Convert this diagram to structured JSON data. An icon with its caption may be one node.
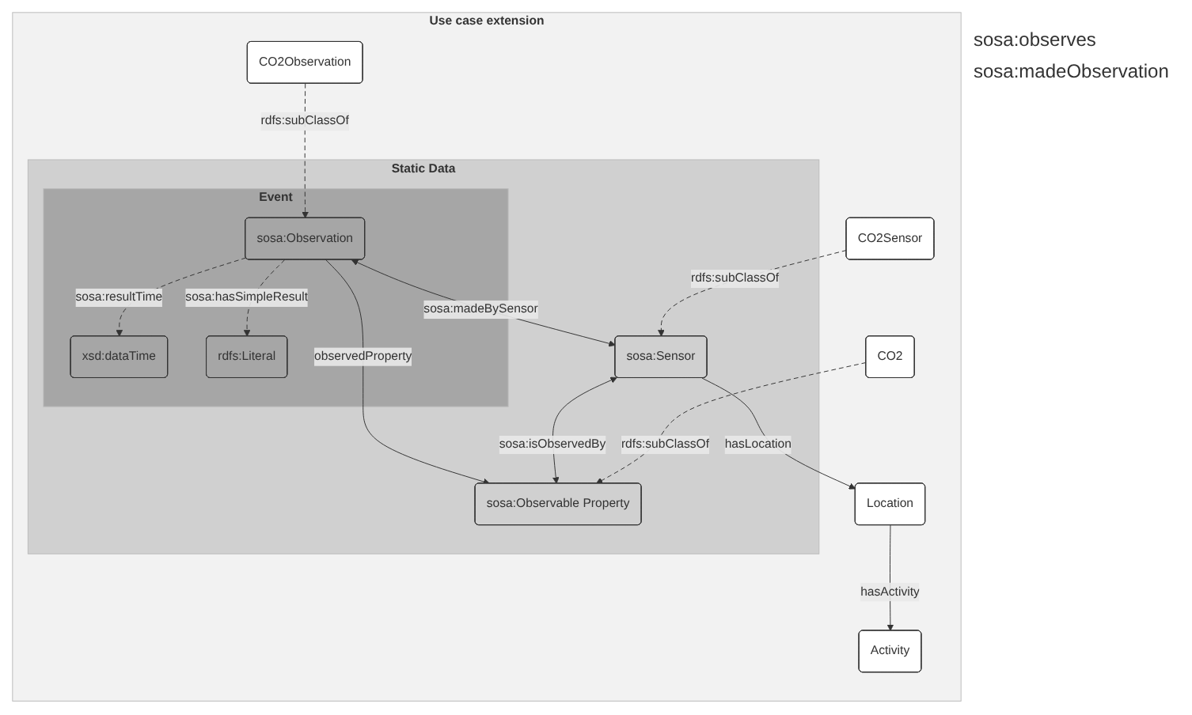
{
  "diagram": {
    "nodes": [
      {
        "text": [
          "Use case extension"
        ]
      },
      {
        "text": [
          "Static Data"
        ],
        "in": 0
      },
      {
        "text": [
          "Event"
        ],
        "in": 1
      },
      {
        "text": [
          "CO2Sensor"
        ],
        "in": 0
      },
      {
        "text": [
          "Location"
        ],
        "in": 0
      },
      {
        "text": [
          "CO2"
        ],
        "in": 0
      },
      {
        "text": [
          "Activity"
        ],
        "in": 0
      },
      {
        "text": [
          "sosa:Sensor"
        ],
        "in": 1
      },
      {
        "text": [
          "sosa:Observable Property"
        ],
        "in": 1
      },
      {
        "text": [
          "sosa:Observation"
        ],
        "in": 2
      },
      {
        "text": [
          "xsd:dataTime"
        ],
        "in": 2
      },
      {
        "text": [
          "rdfs:Literal"
        ],
        "in": 2
      },
      {
        "text": [
          "CO2Observation"
        ],
        "in": 0
      }
    ],
    "edges": [
      {
        "from": 4,
        "to": 6,
        "arrow": "to",
        "label": "hasActivity"
      },
      {
        "from": 7,
        "to": 4,
        "arrow": "to",
        "label": "hasLocation"
      },
      {
        "from": 3,
        "to": 7,
        "arrow": "to",
        "label": "rdfs:subClassOf",
        "style": "dashed"
      },
      {
        "from": 5,
        "to": 8,
        "arrow": "to",
        "label": "rdfs:subClassOf",
        "style": "dashed"
      },
      {
        "from": 7,
        "to": 8,
        "arrow": "both",
        "label": "sosa:isObservedBy"
      },
      {
        "from": 9,
        "to": 7,
        "arrow": "both",
        "label": "sosa:madeBySensor"
      },
      {
        "from": 9,
        "to": 8,
        "arrow": "to",
        "label": "observedProperty"
      },
      {
        "from": 9,
        "to": 10,
        "arrow": "to",
        "label": "sosa:resultTime",
        "style": "dashed"
      },
      {
        "from": 9,
        "to": 11,
        "arrow": "to",
        "label": "sosa:hasSimpleResult",
        "style": "dashed"
      },
      {
        "from": 12,
        "to": 9,
        "arrow": "to",
        "label": "rdfs:subClassOf",
        "style": "dashed"
      }
    ],
    "labels": [
      "sosa:observes",
      "sosa:madeObservation"
    ]
  }
}
